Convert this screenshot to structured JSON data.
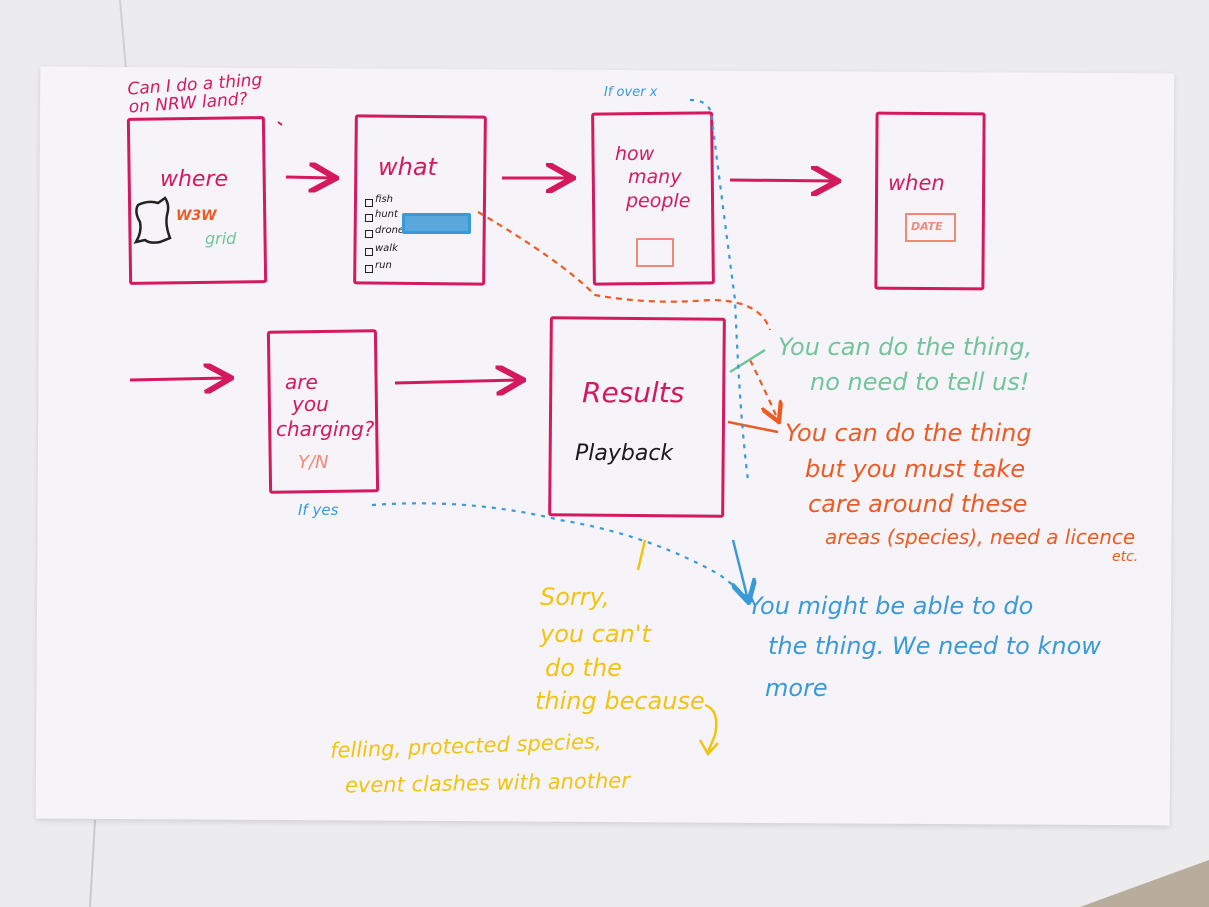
{
  "title": "Can I do a thing on NRW land?",
  "screens": {
    "where": {
      "label": "where",
      "w3w": "W3W",
      "grid": "grid"
    },
    "what": {
      "label": "what",
      "options": [
        "fish",
        "hunt",
        "drone",
        "walk",
        "run"
      ]
    },
    "how_many": {
      "line1": "how",
      "line2": "many",
      "line3": "people"
    },
    "when": {
      "label": "when",
      "date": "DATE"
    },
    "charging": {
      "line1": "are",
      "line2": "you",
      "line3": "charging?",
      "yn": "Y/N"
    },
    "results": {
      "label": "Results",
      "sub": "Playback"
    }
  },
  "conditions": {
    "if_over": "If over x",
    "if_yes": "If yes"
  },
  "outcomes": {
    "green": {
      "line1": "You can do the thing,",
      "line2": "no need to tell us!"
    },
    "orange": {
      "line1": "You can do the thing",
      "line2": "but you must take",
      "line3": "care around these",
      "line4": "areas (species), need a licence",
      "line5": "etc."
    },
    "blue": {
      "line1": "You might be able to do",
      "line2": "the thing. We need to know",
      "line3": "more"
    },
    "yellow": {
      "line1": "Sorry,",
      "line2": "you can't",
      "line3": "do the",
      "line4": "thing because",
      "line5": "felling, protected species,",
      "line6": "event clashes with another"
    }
  },
  "colors": {
    "pink": "#d5195f",
    "orange": "#ee5a24",
    "green": "#72c49a",
    "blue": "#3a9ad9",
    "yellow": "#f1c40f",
    "salmon": "#f08a78"
  }
}
